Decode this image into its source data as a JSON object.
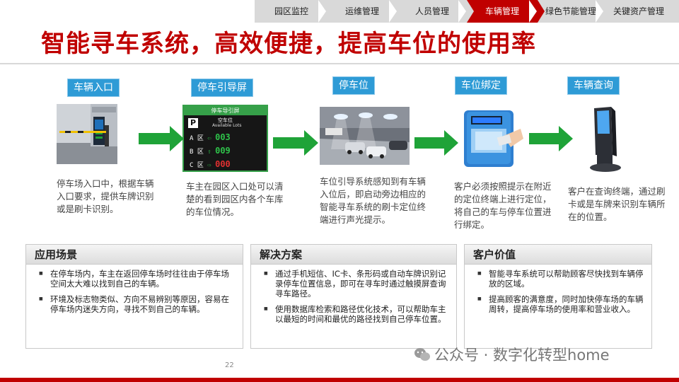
{
  "nav": {
    "tabs": [
      {
        "label": "园区监控",
        "active": false
      },
      {
        "label": "运维管理",
        "active": false
      },
      {
        "label": "人员管理",
        "active": false
      },
      {
        "label": "车辆管理",
        "active": true
      },
      {
        "label": "绿色节能管理",
        "active": false
      },
      {
        "label": "关键资产管理",
        "active": false
      }
    ]
  },
  "title": "智能寻车系统，高效便捷，提高车位的使用率",
  "steps": [
    {
      "label": "车辆入口",
      "text": "停车场入口中，根据车辆入口要求，提供车牌识别或是刷卡识别。"
    },
    {
      "label": "停车引导屏",
      "text": "车主在园区入口处可以清楚的看到园区内各个车库的车位情况。"
    },
    {
      "label": "停车位",
      "text": "车位引导系统感知到有车辆入位后，即启动旁边相应的智能寻车系统的刷卡定位终端进行声光提示。"
    },
    {
      "label": "车位绑定",
      "text": "客户必须按照提示在附近的定位终端上进行定位，将自己的车与停车位置进行绑定。"
    },
    {
      "label": "车辆查询",
      "text": "客户在查询终端，通过刷卡或是车牌来识别车辆所在的位置。"
    }
  ],
  "guide_screen": {
    "header": "停车导引屏",
    "p_letter": "P",
    "subtitle_cn": "空车位",
    "subtitle_en": "Available Lots",
    "rows": [
      {
        "zone": "A 区",
        "count": "003"
      },
      {
        "zone": "B 区",
        "count": "009"
      },
      {
        "zone": "C 区",
        "count": "000"
      }
    ]
  },
  "boxes": [
    {
      "title": "应用场景",
      "items": [
        "在停车场内，车主在返回停车场时往往由于停车场空间太大难以找到自己的车辆。",
        "环境及标志物类似、方向不易辨别等原因，容易在停车场内迷失方向，寻找不到自己的车辆。"
      ]
    },
    {
      "title": "解决方案",
      "items": [
        "通过手机短信、IC卡、条形码或自动车牌识别记录停车位置信息，即可在寻车时通过触摸屏查询寻车路径。",
        "使用数据库检索和路径优化技术，可以帮助车主以最短的时间和最优的路径找到自己停车位置。"
      ]
    },
    {
      "title": "客户价值",
      "items": [
        "智能寻车系统可以帮助顾客尽快找到车辆停放的区域。",
        "提高顾客的满意度，同时加快停车场的车辆周转，提高停车场的使用率和营业收入。"
      ]
    }
  ],
  "page_number": "22",
  "watermark": "公众号 · 数字化转型home",
  "colors": {
    "accent": "#c00000",
    "step_label": "#2e9bd6",
    "arrow": "#1fa338"
  }
}
